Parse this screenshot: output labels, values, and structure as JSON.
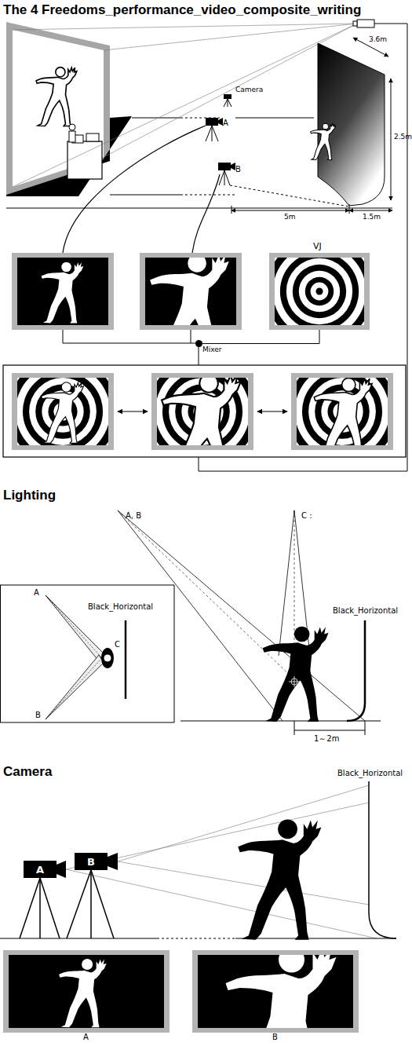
{
  "diagram": {
    "title": "The 4 Freedoms_performance_video_composite_writing",
    "nodes": [
      {
        "text": [
          "A"
        ]
      },
      {
        "text": [
          "B"
        ]
      },
      {
        "text": [
          "VJ"
        ]
      },
      {
        "text": [
          "Mixer"
        ]
      },
      {
        "text": [
          "B"
        ]
      },
      {
        "text": [
          "A"
        ]
      },
      {
        "text": [
          "A"
        ]
      },
      {
        "text": [
          "B"
        ]
      }
    ],
    "edges": [
      {
        "from": 2,
        "to": 3,
        "arrow": "none"
      }
    ],
    "labels": [
      "Camera",
      "3.6m",
      "2.5m",
      "5m",
      "1.5m",
      "Lighting",
      "A, B",
      "C :",
      "A",
      "B",
      "C",
      "Black_Horizontal",
      "Black_Horizontal",
      "1～2m",
      "Camera",
      "Black_Horizontal"
    ]
  }
}
